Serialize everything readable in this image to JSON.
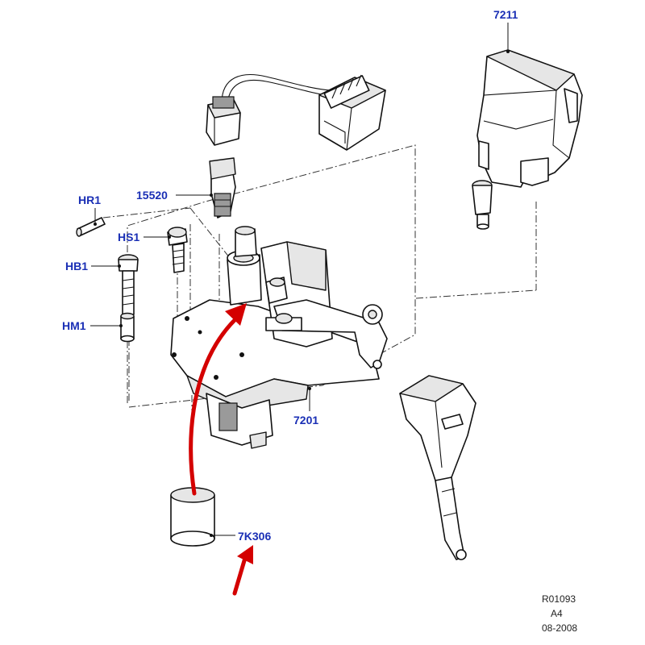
{
  "callouts": {
    "hr1": "HR1",
    "hs1": "HS1",
    "hb1": "HB1",
    "hm1": "HM1",
    "p15520": "15520",
    "p7211": "7211",
    "p7201": "7201",
    "p7k306": "7K306"
  },
  "stamp": {
    "ref": "R01093",
    "size": "A4",
    "date": "08-2008"
  },
  "colors": {
    "callout_text": "#1a2fb5",
    "highlight_arrow": "#d40000",
    "line": "#111111"
  }
}
